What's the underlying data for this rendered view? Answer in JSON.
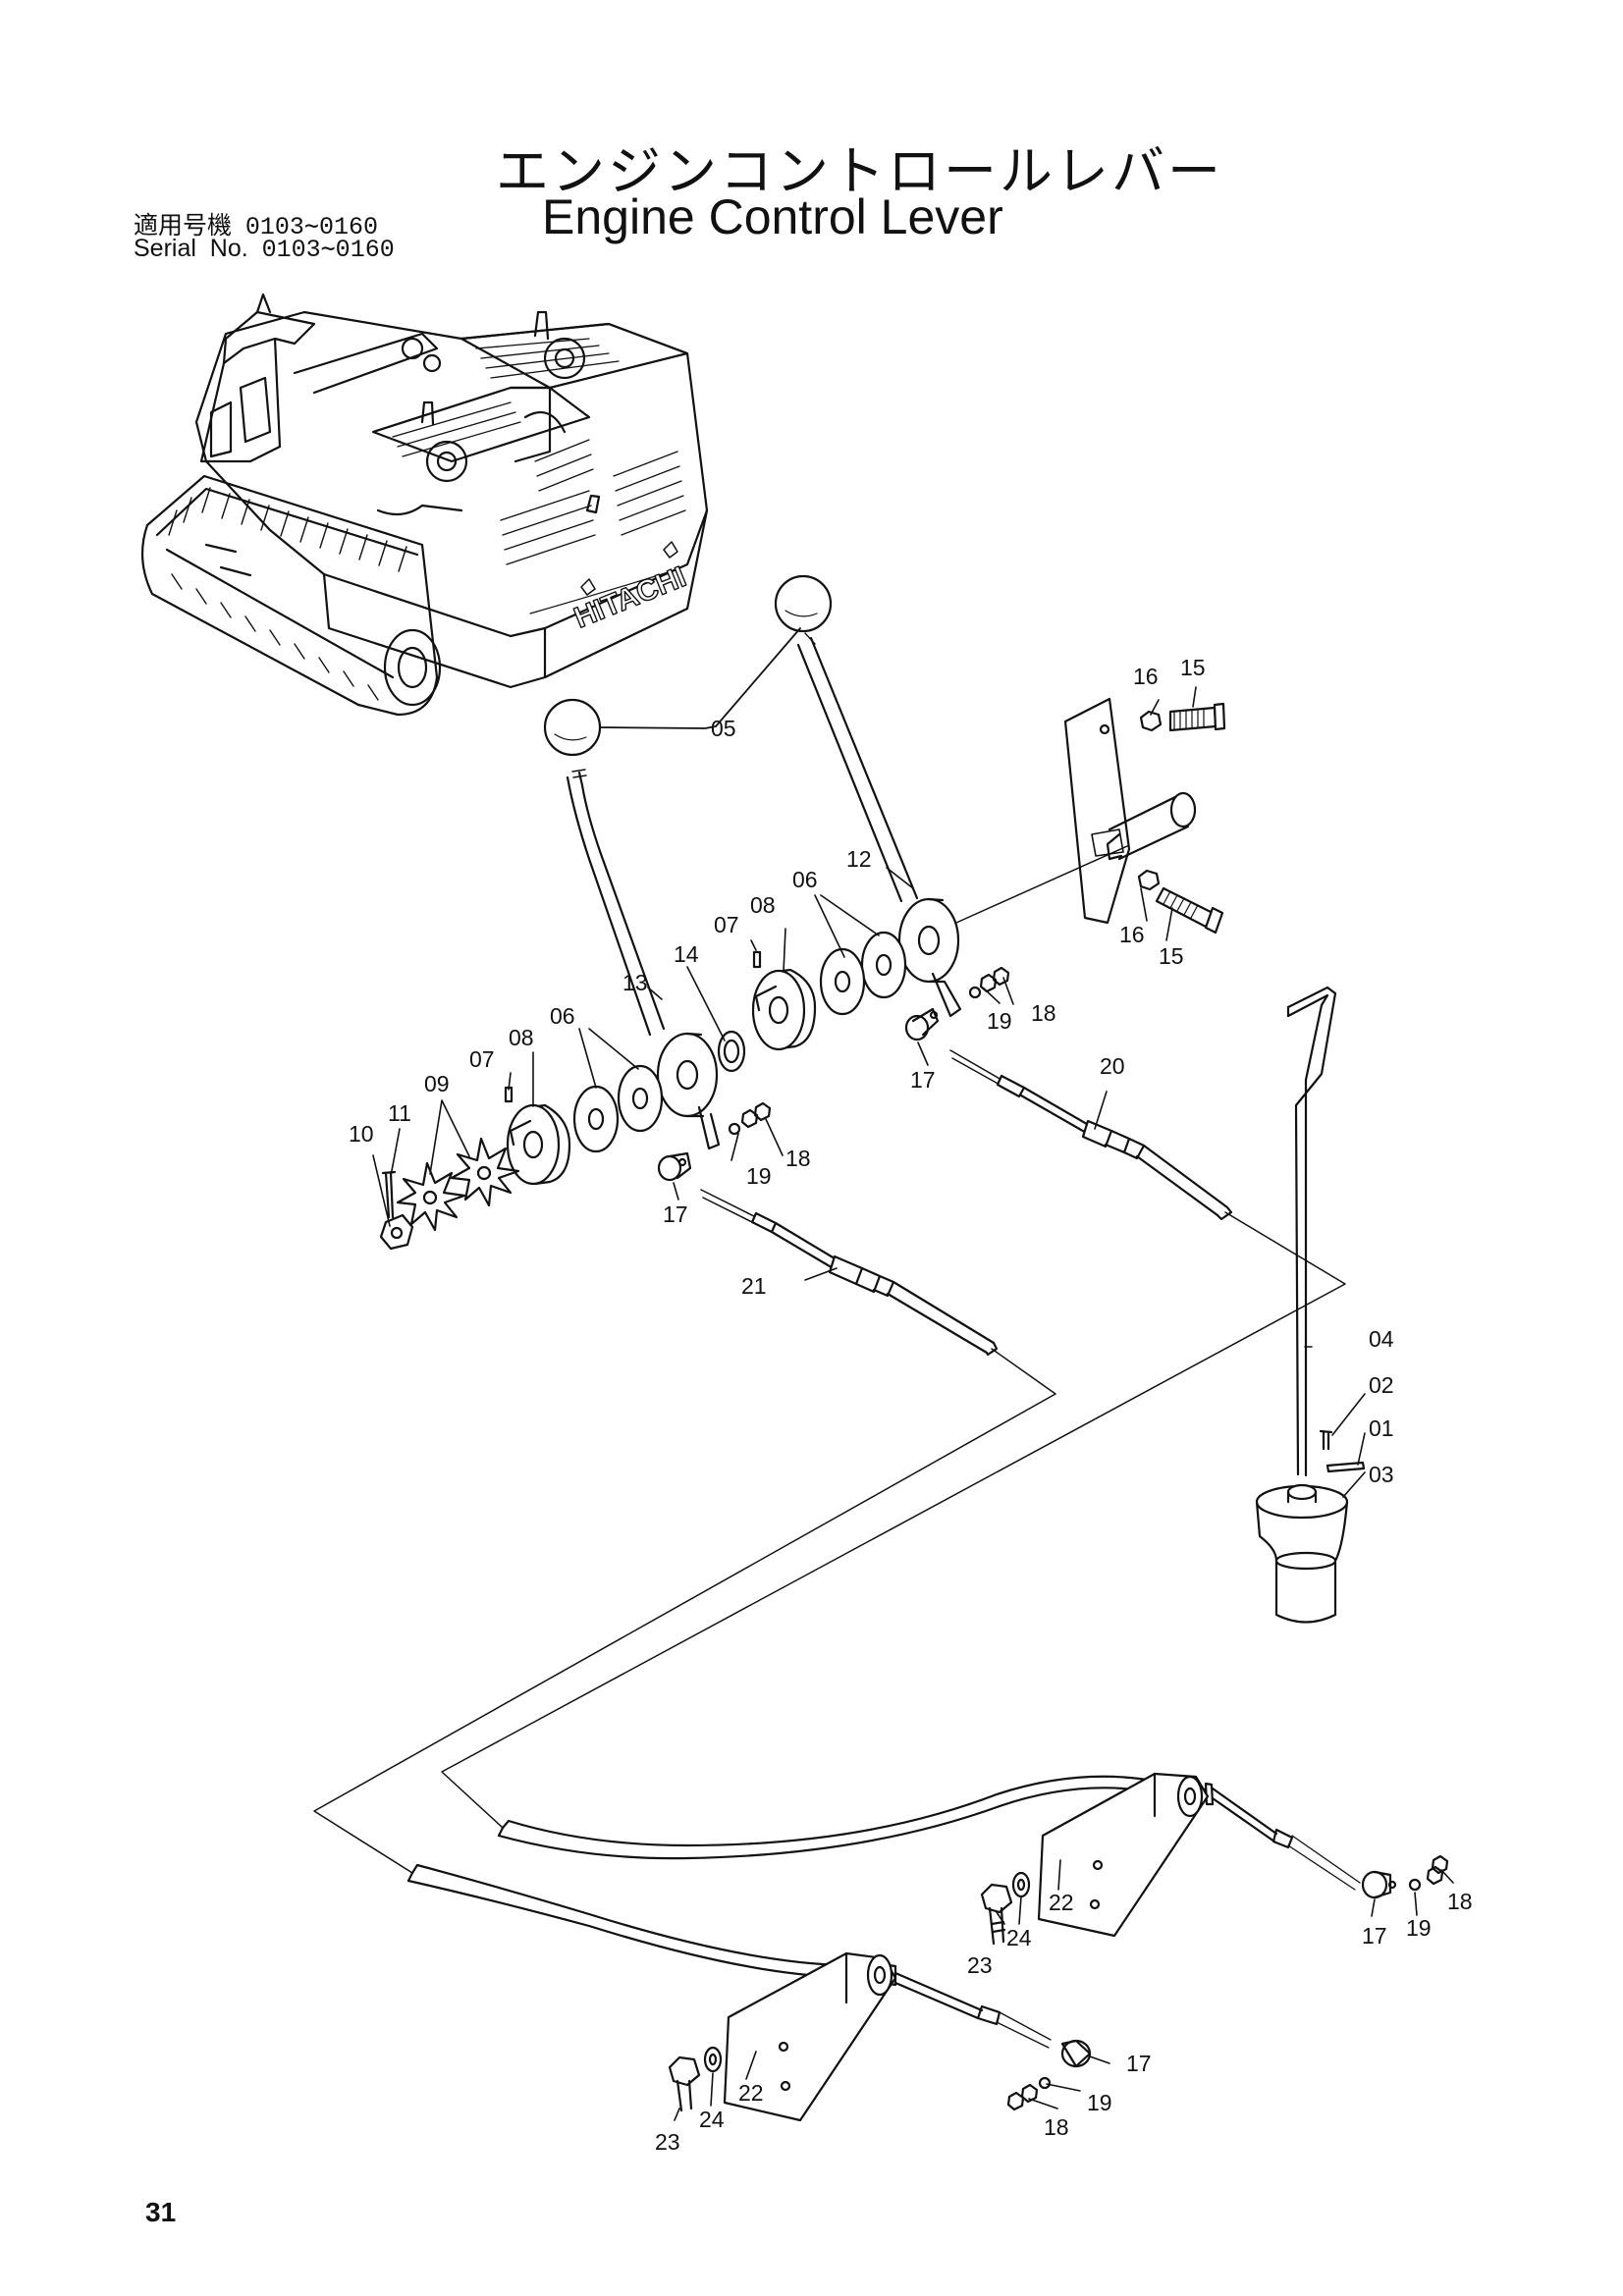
{
  "header": {
    "title_jp": "エンジンコントロールレバー",
    "title_en": "Engine Control Lever",
    "serial_label_jp": "適用号機",
    "serial_range_jp": "0103∼0160",
    "serial_label_en": "Serial  No.",
    "serial_range_en": "0103∼0160"
  },
  "machine_logo": "HITACHI",
  "callouts": {
    "c01": "01",
    "c02": "02",
    "c03": "03",
    "c04": "04",
    "c05": "05",
    "c06a": "06",
    "c06b": "06",
    "c07a": "07",
    "c07b": "07",
    "c08a": "08",
    "c08b": "08",
    "c09": "09",
    "c10": "10",
    "c11": "11",
    "c12": "12",
    "c13": "13",
    "c14": "14",
    "c15a": "15",
    "c15b": "15",
    "c16a": "16",
    "c16b": "16",
    "c17a": "17",
    "c17b": "17",
    "c17c": "17",
    "c17d": "17",
    "c18a": "18",
    "c18b": "18",
    "c18c": "18",
    "c18d": "18",
    "c19a": "19",
    "c19b": "19",
    "c19c": "19",
    "c19d": "19",
    "c20": "20",
    "c21": "21",
    "c22a": "22",
    "c22b": "22",
    "c23a": "23",
    "c23b": "23",
    "c24a": "24",
    "c24b": "24"
  },
  "page_number": "31"
}
